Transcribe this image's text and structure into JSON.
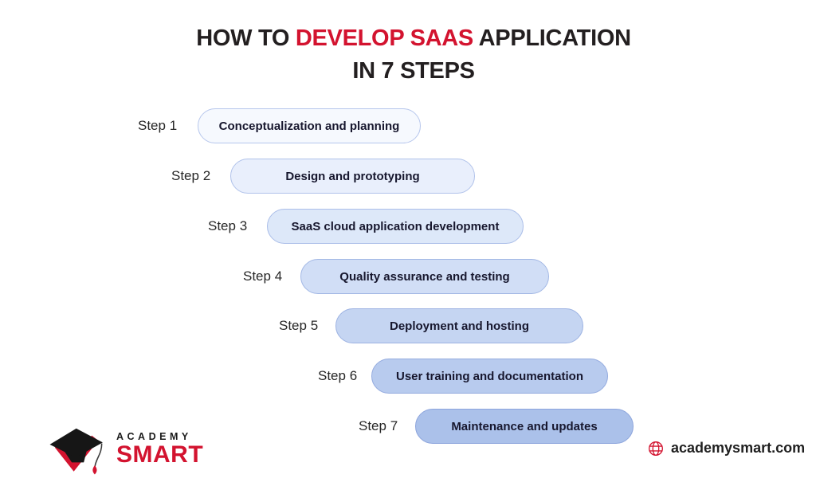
{
  "title": {
    "line1_prefix": "HOW TO ",
    "line1_highlight": "DEVELOP SAAS",
    "line1_suffix": " APPLICATION",
    "line2": "IN 7 STEPS",
    "highlight_color": "#d3132f",
    "text_color": "#231f20"
  },
  "steps": [
    {
      "label": "Step 1",
      "text": "Conceptualization and planning",
      "fill": "#f6f9fe",
      "border": "#b6c6ec"
    },
    {
      "label": "Step 2",
      "text": "Design and prototyping",
      "fill": "#e9effc",
      "border": "#b0c2ea"
    },
    {
      "label": "Step 3",
      "text": "SaaS cloud application development",
      "fill": "#dde8f9",
      "border": "#aabde8"
    },
    {
      "label": "Step 4",
      "text": "Quality assurance and testing",
      "fill": "#d1def6",
      "border": "#a3b8e5"
    },
    {
      "label": "Step 5",
      "text": "Deployment and hosting",
      "fill": "#c5d5f2",
      "border": "#9cb2e2"
    },
    {
      "label": "Step 6",
      "text": "User training and documentation",
      "fill": "#b8cbee",
      "border": "#94abdf"
    },
    {
      "label": "Step 7",
      "text": "Maintenance and updates",
      "fill": "#abc1ea",
      "border": "#8ca4dc"
    }
  ],
  "logo": {
    "text_top": "ACADEMY",
    "text_bottom": "SMART",
    "icon": "graduation-cap-icon",
    "accent_color": "#d3132f",
    "dark_color": "#1b1b1b"
  },
  "footer": {
    "website": "academysmart.com",
    "icon": "globe-icon",
    "icon_color": "#d3132f"
  }
}
